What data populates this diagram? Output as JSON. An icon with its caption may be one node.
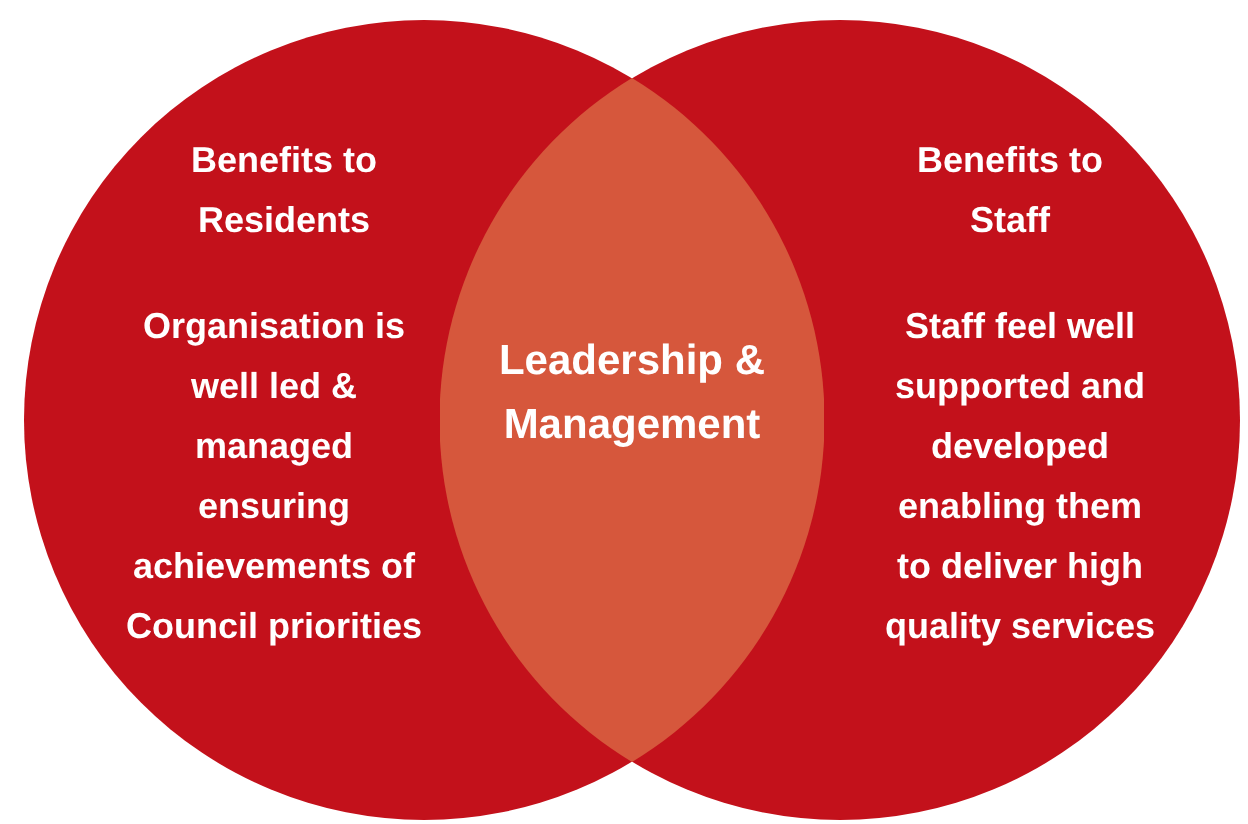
{
  "diagram": {
    "nodes": [
      {
        "text": [
          "Benefits to Residents",
          "Organisation is well led & managed ensuring achievements of Council priorities"
        ]
      },
      {
        "text": [
          "Benefits to Staff",
          "Staff feel well supported and developed enabling them to deliver high quality services"
        ]
      },
      {
        "text": [
          "Leadership & Management"
        ]
      }
    ],
    "edges": []
  }
}
